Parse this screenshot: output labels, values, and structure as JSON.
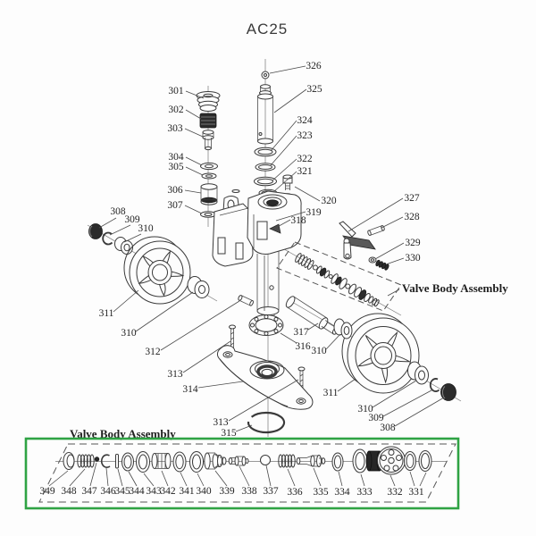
{
  "title": "AC25",
  "labels": {
    "valve_body_assembly": "Valve Body Assembly"
  },
  "parts": {
    "301": "301",
    "302": "302",
    "303": "303",
    "304": "304",
    "305": "305",
    "306": "306",
    "307": "307",
    "308": "308",
    "309": "309",
    "310": "310",
    "311": "311",
    "312": "312",
    "313": "313",
    "314": "314",
    "315": "315",
    "316": "316",
    "317": "317",
    "318": "318",
    "319": "319",
    "320": "320",
    "321": "321",
    "322": "322",
    "323": "323",
    "324": "324",
    "325": "325",
    "326": "326",
    "327": "327",
    "328": "328",
    "329": "329",
    "330": "330",
    "331": "331",
    "332": "332",
    "333": "333",
    "334": "334",
    "335": "335",
    "336": "336",
    "337": "337",
    "338": "338",
    "339": "339",
    "340": "340",
    "341": "341",
    "342": "342",
    "343": "343",
    "344": "344",
    "345": "345",
    "346": "346",
    "347": "347",
    "348": "348",
    "349": "349"
  }
}
